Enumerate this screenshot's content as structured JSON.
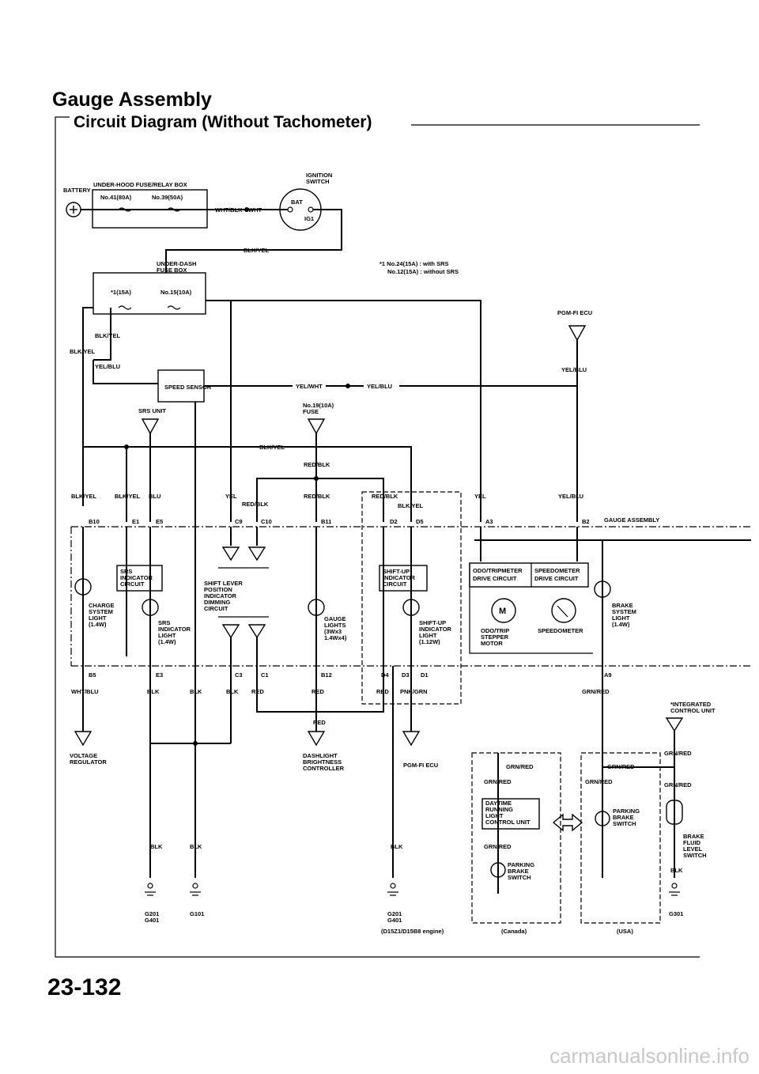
{
  "header": {
    "title": "Gauge Assembly",
    "subtitle": "Circuit Diagram (Without Tachometer)"
  },
  "page_number": "23-132",
  "watermark": "carmanualsonline.info",
  "labels": {
    "battery": "BATTERY",
    "underhood_box": "UNDER-HOOD FUSE/RELAY BOX",
    "fuse41": "No.41(80A)",
    "fuse39": "No.39(50A)",
    "wht_blk": "WHT/BLK",
    "wht": "WHT",
    "ignition": [
      "IGNITION",
      "SWITCH"
    ],
    "bat": "BAT",
    "ig1": "IG1",
    "blk_yel": "BLK/YEL",
    "underdash": [
      "UNDER-DASH",
      "FUSE BOX"
    ],
    "fuse_star1": "*1(15A)",
    "fuse15": "No.15(10A)",
    "note1": "*1 No.24(15A) : with SRS",
    "note2": "No.12(15A) : without SRS",
    "pgm_fi_ecu": "PGM-FI ECU",
    "yel_blu": "YEL/BLU",
    "yel": "YEL",
    "yel_wht": "YEL/WHT",
    "speed_sensor": "SPEED SENSOR",
    "srs_unit": "SRS UNIT",
    "fuse19": [
      "No.19(10A)",
      "FUSE"
    ],
    "red_blk": "RED/BLK",
    "blu": "BLU",
    "gauge_assembly": "GAUGE ASSEMBLY",
    "conn": {
      "b10": "B10",
      "e1": "E1",
      "e5": "E5",
      "c9": "C9",
      "c10": "C10",
      "b11": "B11",
      "d2": "D2",
      "d5": "D5",
      "a3": "A3",
      "b2": "B2",
      "b5": "B5",
      "e3": "E3",
      "c3": "C3",
      "c1": "C1",
      "b12": "B12",
      "d4": "D4",
      "d3": "D3",
      "d1": "D1",
      "a9": "A9"
    },
    "srs_indicator_circuit": [
      "SRS",
      "INDICATOR",
      "CIRCUIT"
    ],
    "charge_light": [
      "CHARGE",
      "SYSTEM",
      "LIGHT",
      "(1.4W)"
    ],
    "srs_indicator_light": [
      "SRS",
      "INDICATOR",
      "LIGHT",
      "(1.4W)"
    ],
    "shift_lever": [
      "SHIFT LEVER",
      "POSITION",
      "INDICATOR",
      "DIMMING",
      "CIRCUIT"
    ],
    "gauge_lights": [
      "GAUGE",
      "LIGHTS",
      "(3Wx3",
      "1.4Wx4)"
    ],
    "shift_up_circuit": [
      "SHIFT-UP",
      "INDICATOR",
      "CIRCUIT"
    ],
    "shift_up_light": [
      "SHIFT-UP",
      "INDICATOR",
      "LIGHT",
      "(1.12W)"
    ],
    "odo_drive": [
      "ODO/TRIPMETER",
      "DRIVE CIRCUIT"
    ],
    "speedo_drive": [
      "SPEEDOMETER",
      "DRIVE CIRCUIT"
    ],
    "motor": [
      "ODO/TRIP",
      "STEPPER",
      "MOTOR"
    ],
    "speedometer": "SPEEDOMETER",
    "brake_light": [
      "BRAKE",
      "SYSTEM",
      "LIGHT",
      "(1.4W)"
    ],
    "wht_blu": "WHT/BLU",
    "blk": "BLK",
    "red": "RED",
    "pnk_grn": "PNK/GRN",
    "grn_red": "GRN/RED",
    "voltage_regulator": [
      "VOLTAGE",
      "REGULATOR"
    ],
    "dash_controller": [
      "DASHLIGHT",
      "BRIGHTNESS",
      "CONTROLLER"
    ],
    "integrated_unit": [
      "*INTEGRATED",
      "CONTROL UNIT"
    ],
    "daytime_unit": [
      "DAYTIME",
      "RUNNING",
      "LIGHT",
      "CONTROL UNIT"
    ],
    "parking_brake": [
      "PARKING",
      "BRAKE",
      "SWITCH"
    ],
    "brake_fluid": [
      "BRAKE",
      "FLUID",
      "LEVEL",
      "SWITCH"
    ],
    "g201_g401": [
      "G201",
      "G401"
    ],
    "g101": "G101",
    "g301": "G301",
    "engine_note": "(D15Z1/D15B8 engine)",
    "canada": "(Canada)",
    "usa": "(USA)"
  }
}
